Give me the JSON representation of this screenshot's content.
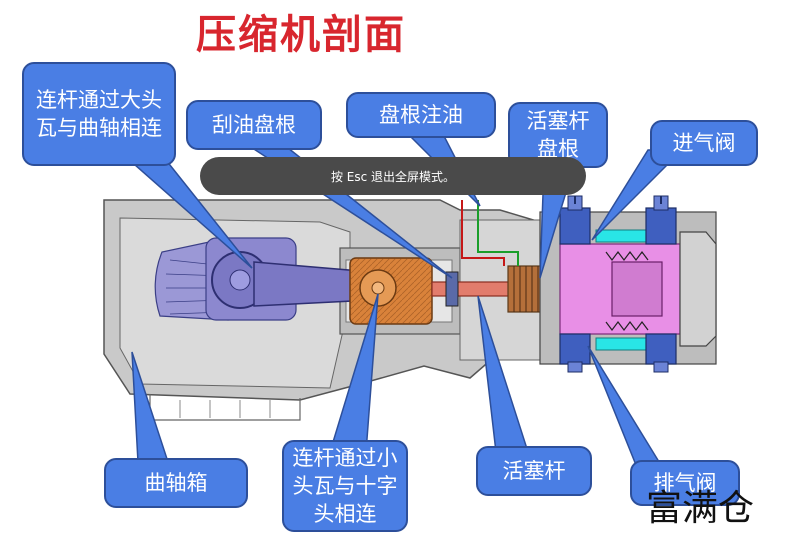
{
  "title": "压缩机剖面",
  "esc_hint": "按 Esc 退出全屏模式。",
  "watermark": "富满仓",
  "colors": {
    "title": "#d8262e",
    "callout_fill": "#4a7ee4",
    "callout_border": "#2d4f9a",
    "casing": "#c9c9c9",
    "crankshaft": "#7b78c4",
    "crosshead": "#d9823a",
    "piston_rod": "#e27c6c",
    "cylinder": "#e88fe6",
    "cooling": "#29e5e6",
    "valve": "#3f5fbf",
    "oil_line_green": "#1a9e2a",
    "oil_line_red": "#c51818"
  },
  "labels": [
    {
      "id": "conrod-big-end",
      "text": "连杆通过大头瓦与曲轴相连"
    },
    {
      "id": "oil-scraper-packing",
      "text": "刮油盘根"
    },
    {
      "id": "packing-oil-injection",
      "text": "盘根注油"
    },
    {
      "id": "piston-rod-packing",
      "text": "活塞杆盘根"
    },
    {
      "id": "intake-valve",
      "text": "进气阀"
    },
    {
      "id": "crankcase",
      "text": "曲轴箱"
    },
    {
      "id": "conrod-small-end",
      "text": "连杆通过小头瓦与十字头相连"
    },
    {
      "id": "piston-rod",
      "text": "活塞杆"
    },
    {
      "id": "exhaust-valve",
      "text": "排气阀"
    }
  ]
}
